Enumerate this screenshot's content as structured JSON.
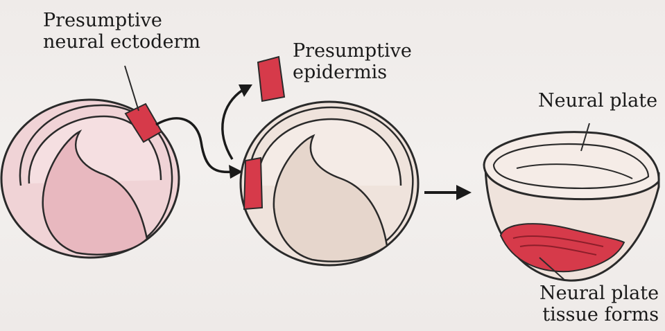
{
  "labels": {
    "presumptive_neural_ectoderm": [
      "Presumptive",
      "neural ectoderm"
    ],
    "presumptive_epidermis": [
      "Presumptive",
      "epidermis"
    ],
    "neural_plate": "Neural plate",
    "neural_plate_tissue_forms": [
      "Neural plate",
      "tissue forms"
    ]
  },
  "colors": {
    "background": "#f1eeec",
    "embryo1_fill": "#f0d3d6",
    "embryo1_yolk": "#e8b8bf",
    "embryo_tan": "#efe3dc",
    "embryo_tan_dark": "#e6d6cc",
    "graft_red": "#d63a4a",
    "outline": "#2a2a2a"
  }
}
